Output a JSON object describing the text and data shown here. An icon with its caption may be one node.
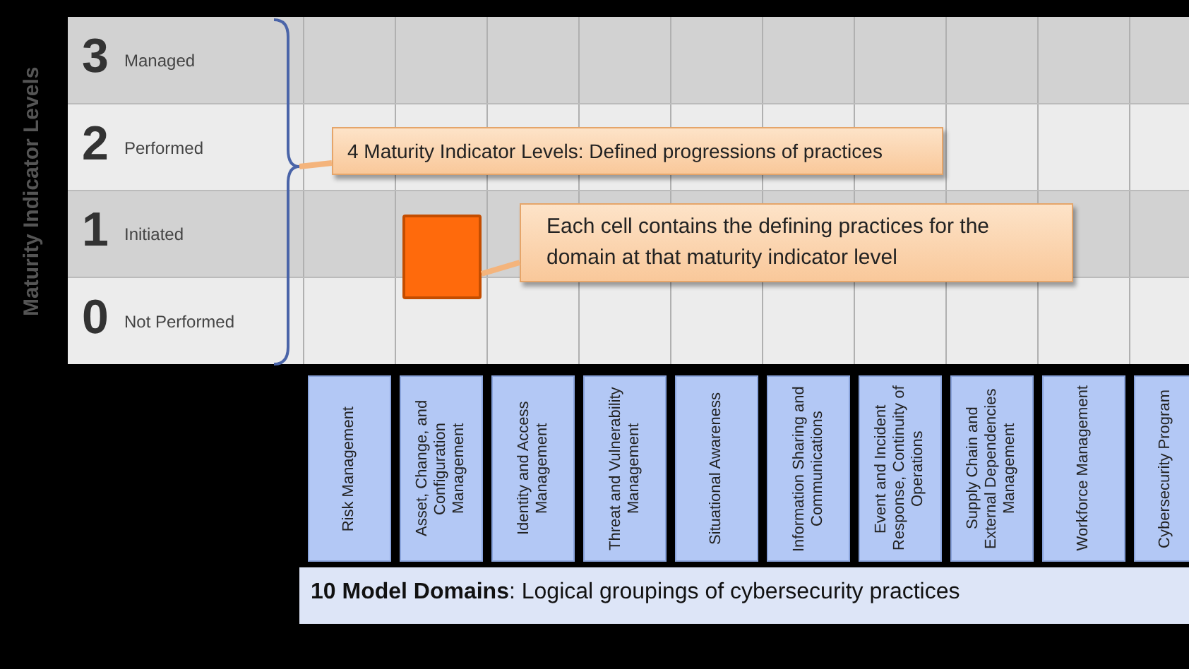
{
  "diagram": {
    "nodes": [
      {
        "text": [
          "4 Maturity Indicator Levels: Defined progressions of practices"
        ]
      },
      {
        "text": [],
        "shape": "box"
      },
      {
        "text": [
          "Each cell contains the defining practices for the domain at that maturity indicator level"
        ]
      },
      {
        "text": [
          "Risk Management"
        ]
      },
      {
        "text": [
          "Asset, Change, and Configuration Management"
        ]
      },
      {
        "text": [
          "Identity and Access Management"
        ]
      },
      {
        "text": [
          "Threat and Vulnerability Management"
        ]
      },
      {
        "text": [
          "Situational Awareness"
        ]
      },
      {
        "text": [
          "Information Sharing and Communications"
        ]
      },
      {
        "text": [
          "Event and Incident Response, Continuity of Operations"
        ]
      },
      {
        "text": [
          "Supply Chain and External Dependencies Management"
        ]
      },
      {
        "text": [
          "Workforce Management"
        ]
      },
      {
        "text": [
          "Cybersecurity Program"
        ]
      },
      {
        "text": [
          "**10 Model Domains**: Logical groupings of cybersecurity practices"
        ]
      },
      {
        "text": [],
        "shape": "brace"
      }
    ],
    "edges": [
      {
        "from": 0,
        "to": 14,
        "arrow": "none"
      },
      {
        "from": 2,
        "to": 1,
        "arrow": "none"
      }
    ],
    "labels": [
      "Maturity Indicator Levels",
      "3",
      "Managed",
      "2",
      "Performed",
      "1",
      "Initiated",
      "0",
      "Not Performed"
    ]
  }
}
